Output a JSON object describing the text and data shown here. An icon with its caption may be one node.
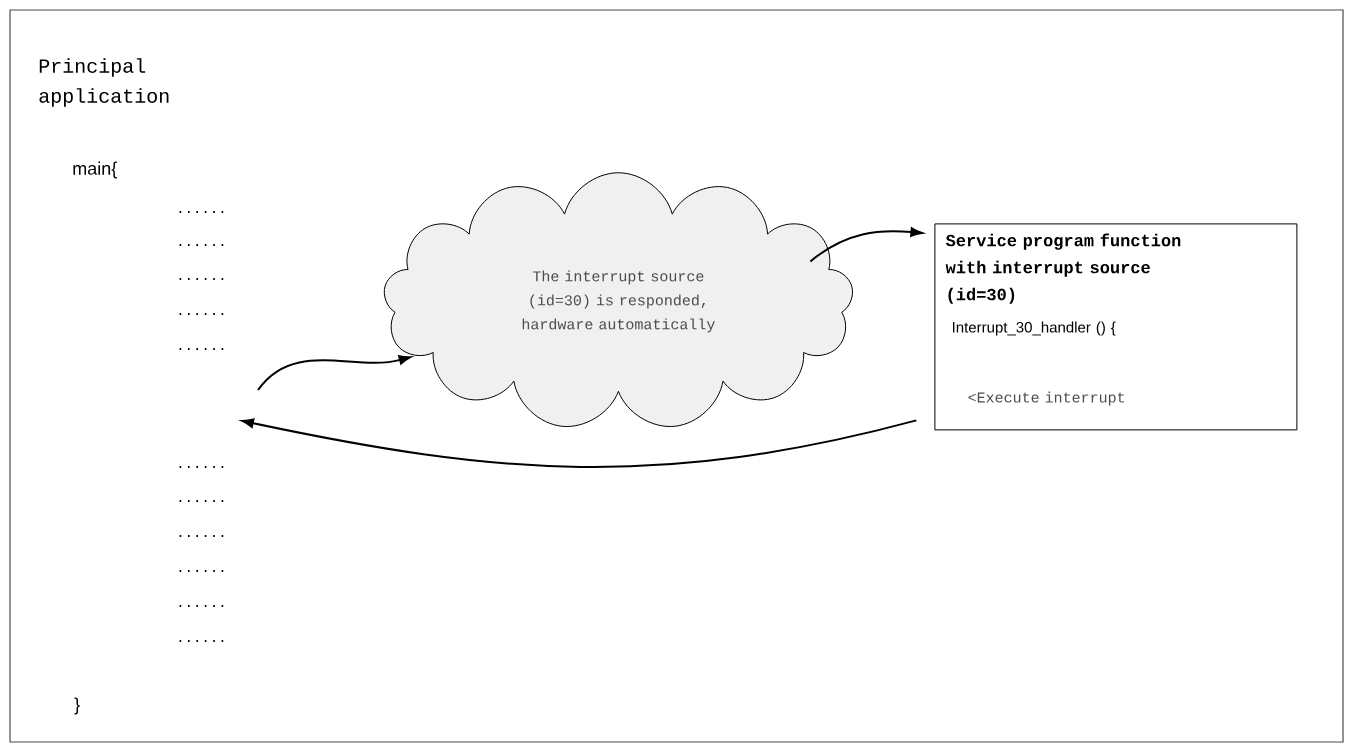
{
  "diagram": {
    "nodes": [
      {
        "text": [
          "Principal application"
        ]
      },
      {
        "text": [
          "The interrupt source (id=30) is responded, hardware automatically"
        ],
        "in": 0
      },
      {
        "text": [
          "Service program function with interrupt source (id=30)",
          "Interrupt_30_handler () {",
          "<Execute interrupt"
        ],
        "in": 0
      }
    ],
    "edges": [
      {
        "from": null,
        "to": 1,
        "arrow": "to"
      },
      {
        "from": 1,
        "to": 2,
        "arrow": "to"
      },
      {
        "from": 2,
        "to": null,
        "arrow": "to"
      }
    ],
    "labels": [
      "main{",
      "......",
      "......",
      "......",
      "......",
      "......",
      "......",
      "......",
      "......",
      "......",
      "......",
      "......",
      "}"
    ]
  }
}
